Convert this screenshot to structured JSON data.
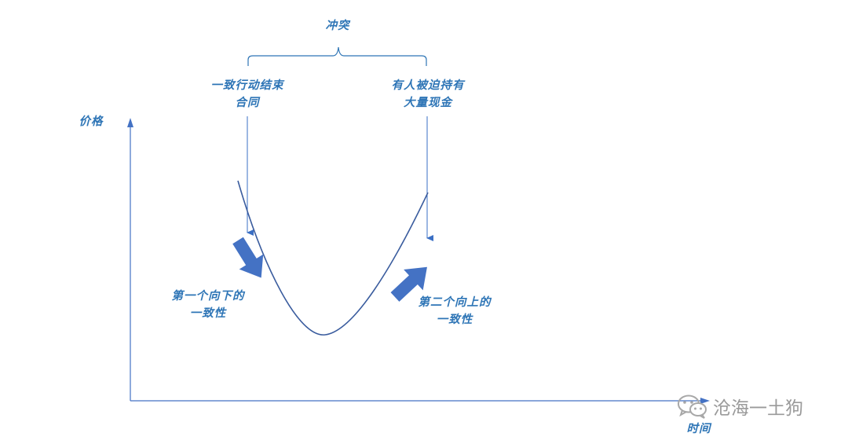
{
  "labels": {
    "conflict": "冲突",
    "left_note_line1": "一致行动结束",
    "left_note_line2": "合同",
    "right_note_line1": "有人被迫持有",
    "right_note_line2": "大量现金",
    "y_axis": "价格",
    "x_axis": "时间",
    "down_line1": "第一个向下的",
    "down_line2": "一致性",
    "up_line1": "第二个向上的",
    "up_line2": "一致性"
  },
  "watermark": {
    "text": "沧海一土狗",
    "icon": "wechat-icon"
  },
  "colors": {
    "accent": "#2e75b6",
    "curve": "#3a5c9e",
    "arrow_fill": "#4472c4",
    "watermark": "#9a9a9a"
  }
}
